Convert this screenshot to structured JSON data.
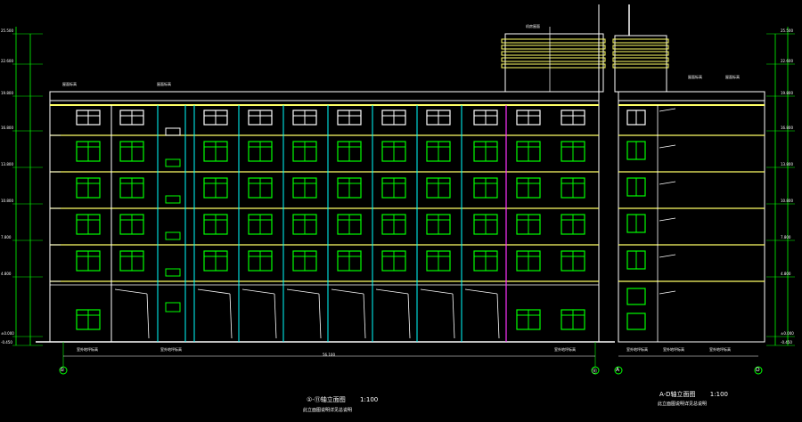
{
  "drawing": {
    "colors": {
      "background": "#000000",
      "outline": "#ffffff",
      "floor_line": "#ffff66",
      "window": "#00ff00",
      "window_top": "#ffffff",
      "column_line": "#00ffff",
      "accent": "#ff33ff",
      "dimension": "#00ff00",
      "annotation": "#ffffff"
    },
    "main_elevation": {
      "title": "①-⑪轴立面图",
      "scale": "1:100",
      "subtitle": "此立面图说明详见总说明",
      "axis_left": "①",
      "axis_right": "⑪",
      "overall_dim": "56.100",
      "grade_notes": [
        "室外地坪标高",
        "室外地坪标高",
        "室外地坪标高"
      ],
      "roof_notes": [
        "屋面标高",
        "屋面标高",
        "机房屋面"
      ],
      "floors": 6
    },
    "side_elevation": {
      "title": "A-D轴立面图",
      "scale": "1:100",
      "subtitle": "此立面图说明详见总说明",
      "axis_left": "A",
      "axis_right": "D",
      "grade_notes": [
        "室外地坪标高",
        "室外地坪标高",
        "室外地坪标高"
      ],
      "roof_notes": [
        "屋面标高",
        "屋面标高"
      ]
    },
    "left_levels": [
      "25.500",
      "22.600",
      "19.800",
      "16.800",
      "13.800",
      "10.800",
      "7.800",
      "4.800",
      "±0.000",
      "-0.450"
    ],
    "right_levels": [
      "25.500",
      "22.600",
      "19.800",
      "16.800",
      "13.800",
      "10.800",
      "7.800",
      "4.800",
      "±0.000",
      "-0.450"
    ]
  }
}
